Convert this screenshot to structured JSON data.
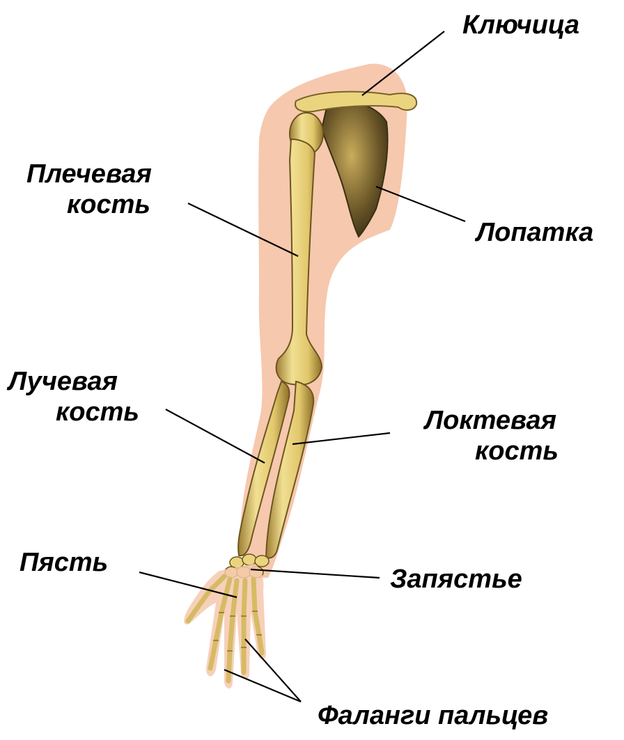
{
  "labels": {
    "clavicle": "Ключица",
    "humerus": [
      "Плечевая",
      "кость"
    ],
    "scapula": "Лопатка",
    "radius": [
      "Лучевая",
      "кость"
    ],
    "ulna": [
      "Локтевая",
      "кость"
    ],
    "metacarpus": "Пясть",
    "wrist": "Запястье",
    "phalanges": "Фаланги пальцев"
  },
  "colors": {
    "skin": "#f6c8ae",
    "bone": "#e8d27a",
    "bone_shadow": "#a8893a",
    "bone_dark": "#4a3c1c",
    "line": "#000000"
  }
}
